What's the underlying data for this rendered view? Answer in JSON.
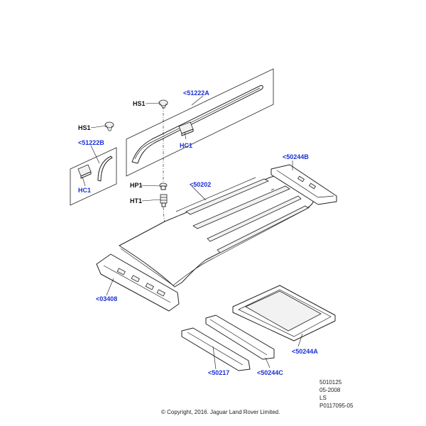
{
  "callouts": {
    "hs1_upper": "HS1",
    "hs1_left": "HS1",
    "moulding_long": "<51222A",
    "moulding_short": "<51222B",
    "hc1_upper": "HC1",
    "hc1_left": "HC1",
    "hp1": "HP1",
    "ht1": "HT1",
    "roof_panel": "<50202",
    "rear_header": "<50244B",
    "front_header": "<03408",
    "sunroof_frame": "<50244A",
    "front_bow": "<50217",
    "center_bow": "<50244C"
  },
  "meta": {
    "line1": "5010125",
    "line2": "05-2008",
    "line3": "LS",
    "line4": "P0117095-05"
  },
  "footer": {
    "copyright": "© Copyright, 2016. Jaguar Land Rover Limited."
  },
  "colors": {
    "callout_link": "#1a2fd6",
    "line_art": "#222222"
  }
}
